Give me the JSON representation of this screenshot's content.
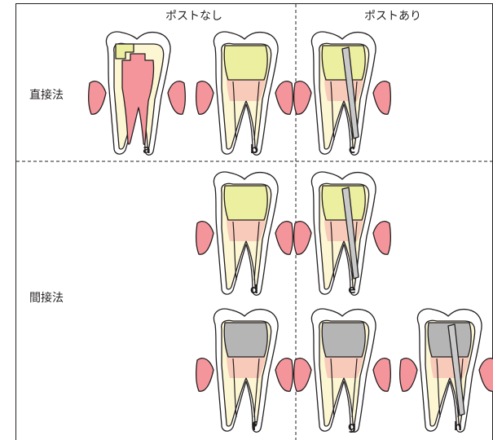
{
  "column_headers": {
    "without_post": "ポストなし",
    "with_post": "ポストあり"
  },
  "row_labels": {
    "direct": "直接法",
    "indirect": "間接法"
  },
  "colors": {
    "enamel": "#ffffff",
    "dentin": "#fcf6d3",
    "pulp": "#f4959b",
    "gingiva": "#f4959b",
    "composite": "#eceea0",
    "metal": "#b5b5b5",
    "post": "#c9c9c9",
    "outline": "#231f20"
  },
  "teeth": [
    {
      "id": "a",
      "label": "a",
      "post": false,
      "restoration": "composite",
      "pulp": "vital"
    },
    {
      "id": "b",
      "label": "b",
      "post": false,
      "restoration": "composite",
      "pulp": "treated"
    },
    {
      "id": "c",
      "label": "c",
      "post": true,
      "restoration": "composite",
      "pulp": "treated"
    },
    {
      "id": "d",
      "label": "d",
      "post": false,
      "restoration": "composite",
      "pulp": "treated"
    },
    {
      "id": "e",
      "label": "e",
      "post": true,
      "restoration": "composite",
      "pulp": "treated"
    },
    {
      "id": "f",
      "label": "f",
      "post": false,
      "restoration": "metal",
      "pulp": "treated"
    },
    {
      "id": "g",
      "label": "g",
      "post": false,
      "restoration": "metal",
      "pulp": "treated"
    },
    {
      "id": "h",
      "label": "h",
      "post": true,
      "restoration": "metal",
      "pulp": "treated"
    }
  ]
}
